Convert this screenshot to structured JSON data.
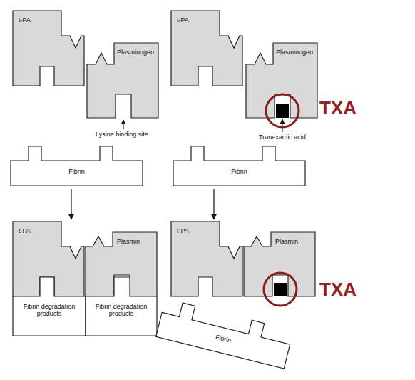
{
  "diagram": {
    "nodes": [
      {
        "text": [
          "t-PA"
        ]
      },
      {
        "text": [
          "Plasminogen"
        ]
      },
      {
        "text": [
          "Fibrin"
        ]
      },
      {
        "text": [
          "t-PA"
        ]
      },
      {
        "text": [
          "Plasmin"
        ]
      },
      {
        "text": [
          "Fibrin degradation products"
        ]
      },
      {
        "text": [
          "Fibrin degradation products"
        ]
      },
      {
        "text": [
          "t-PA"
        ]
      },
      {
        "text": [
          "Plasminogen"
        ]
      },
      {
        "text": [
          "Fibrin"
        ]
      },
      {
        "text": [
          "t-PA"
        ]
      },
      {
        "text": [
          "Plasmin"
        ]
      },
      {
        "text": [
          "Fibrin"
        ]
      }
    ],
    "edges": [
      {
        "from": 2,
        "to": 3,
        "arrow": "to"
      },
      {
        "from": 9,
        "to": 10,
        "arrow": "to"
      }
    ],
    "labels": [
      "Lysine binding site",
      "Tranexamic acid",
      "TXA",
      "TXA"
    ]
  }
}
